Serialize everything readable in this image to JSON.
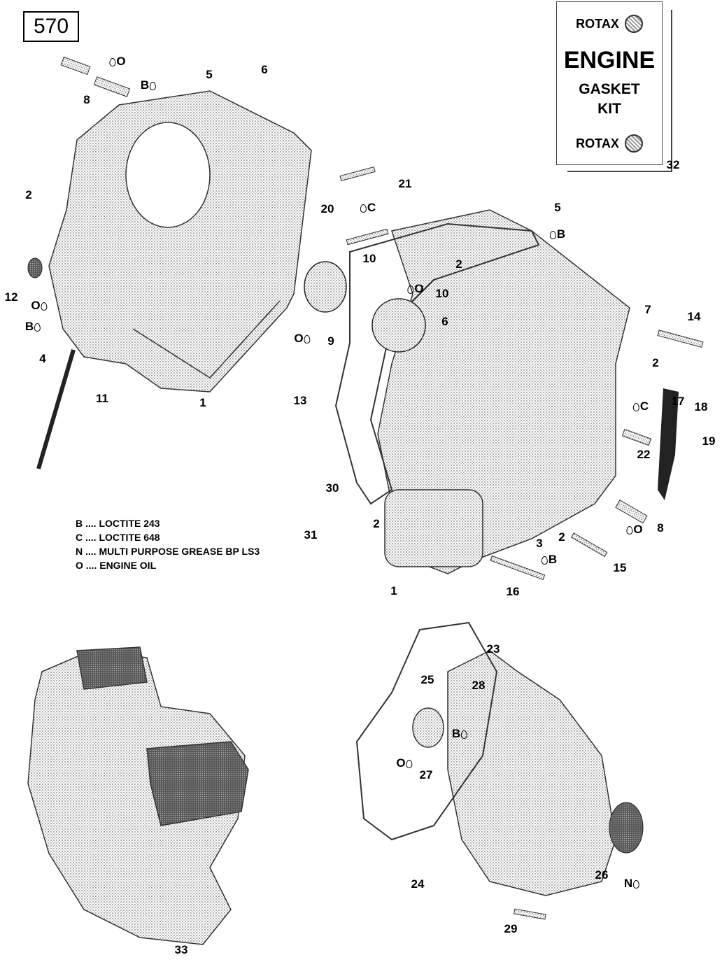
{
  "model": "570",
  "kit": {
    "brand_top": "ROTAX",
    "brand_bottom": "ROTAX",
    "title": "ENGINE",
    "line1": "GASKET",
    "line2": "KIT",
    "callout": "32"
  },
  "legend": [
    {
      "code": "B",
      "text": "B .... LOCTITE 243"
    },
    {
      "code": "C",
      "text": "C .... LOCTITE 648"
    },
    {
      "code": "N",
      "text": "N .... MULTI PURPOSE GREASE BP LS3"
    },
    {
      "code": "O",
      "text": "O .... ENGINE OIL"
    }
  ],
  "callouts": [
    "8",
    "5",
    "6",
    "2",
    "12",
    "4",
    "11",
    "1",
    "20",
    "21",
    "10",
    "10",
    "6",
    "9",
    "5",
    "2",
    "7",
    "14",
    "2",
    "13",
    "17",
    "18",
    "22",
    "19",
    "30",
    "2",
    "31",
    "2",
    "3",
    "8",
    "15",
    "1",
    "16",
    "23",
    "25",
    "28",
    "27",
    "26",
    "24",
    "29",
    "33"
  ],
  "symbols": [
    "O",
    "B",
    "O",
    "B",
    "C",
    "O",
    "O",
    "B",
    "C",
    "O",
    "B",
    "B",
    "O",
    "N"
  ]
}
